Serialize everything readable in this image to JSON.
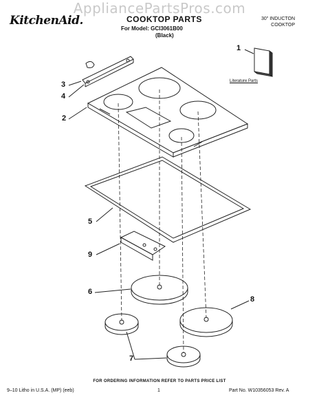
{
  "watermark": "AppliancePartsPros.com",
  "header": {
    "brand": "KitchenAid.",
    "title": "COOKTOP PARTS",
    "model_line": "For Model: GCI3061B00",
    "color_line": "(Black)",
    "product_type_line1": "30\" INDUCTON",
    "product_type_line2": "COOKTOP"
  },
  "literature_label": "Literature Parts",
  "callouts": [
    "1",
    "2",
    "3",
    "4",
    "5",
    "6",
    "7",
    "8",
    "9"
  ],
  "footer": {
    "ordering_note": "FOR ORDERING INFORMATION REFER TO PARTS PRICE LIST",
    "litho": "9–10 Litho in U.S.A. (MP) (eeb)",
    "page": "1",
    "part_no": "Part No. W10356053 Rev. A"
  }
}
